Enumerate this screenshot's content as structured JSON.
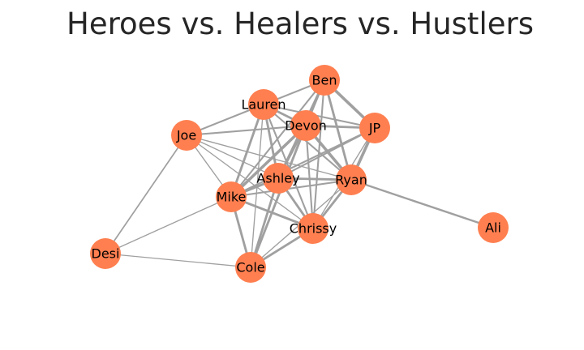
{
  "title": "Heroes vs. Healers vs. Hustlers",
  "colors": {
    "node": "#ff7f50",
    "edge": "#a0a0a0",
    "title": "#262626"
  },
  "graph": {
    "nodes": [
      {
        "id": "Ben"
      },
      {
        "id": "Lauren"
      },
      {
        "id": "Devon"
      },
      {
        "id": "JP"
      },
      {
        "id": "Joe"
      },
      {
        "id": "Ashley"
      },
      {
        "id": "Ryan"
      },
      {
        "id": "Mike"
      },
      {
        "id": "Chrissy"
      },
      {
        "id": "Ali"
      },
      {
        "id": "Desi"
      },
      {
        "id": "Cole"
      }
    ],
    "edges": [
      {
        "s": "Ben",
        "t": "Lauren",
        "w": 2
      },
      {
        "s": "Ben",
        "t": "Devon",
        "w": 3
      },
      {
        "s": "Ben",
        "t": "JP",
        "w": 4
      },
      {
        "s": "Ben",
        "t": "Ashley",
        "w": 2
      },
      {
        "s": "Ben",
        "t": "Ryan",
        "w": 3
      },
      {
        "s": "Ben",
        "t": "Mike",
        "w": 2
      },
      {
        "s": "Ben",
        "t": "Chrissy",
        "w": 2
      },
      {
        "s": "Ben",
        "t": "Cole",
        "w": 1
      },
      {
        "s": "Lauren",
        "t": "Joe",
        "w": 2
      },
      {
        "s": "Lauren",
        "t": "Devon",
        "w": 3
      },
      {
        "s": "Lauren",
        "t": "JP",
        "w": 2
      },
      {
        "s": "Lauren",
        "t": "Ashley",
        "w": 3
      },
      {
        "s": "Lauren",
        "t": "Ryan",
        "w": 2
      },
      {
        "s": "Lauren",
        "t": "Mike",
        "w": 3
      },
      {
        "s": "Lauren",
        "t": "Chrissy",
        "w": 2
      },
      {
        "s": "Lauren",
        "t": "Cole",
        "w": 1
      },
      {
        "s": "Devon",
        "t": "JP",
        "w": 3
      },
      {
        "s": "Devon",
        "t": "Joe",
        "w": 2
      },
      {
        "s": "Devon",
        "t": "Ashley",
        "w": 3
      },
      {
        "s": "Devon",
        "t": "Ryan",
        "w": 4
      },
      {
        "s": "Devon",
        "t": "Mike",
        "w": 4
      },
      {
        "s": "Devon",
        "t": "Chrissy",
        "w": 2
      },
      {
        "s": "Devon",
        "t": "Cole",
        "w": 3
      },
      {
        "s": "JP",
        "t": "Ashley",
        "w": 2
      },
      {
        "s": "JP",
        "t": "Ryan",
        "w": 4
      },
      {
        "s": "JP",
        "t": "Mike",
        "w": 2
      },
      {
        "s": "JP",
        "t": "Chrissy",
        "w": 1
      },
      {
        "s": "Joe",
        "t": "Ashley",
        "w": 1
      },
      {
        "s": "Joe",
        "t": "Ryan",
        "w": 1
      },
      {
        "s": "Joe",
        "t": "Mike",
        "w": 1
      },
      {
        "s": "Joe",
        "t": "Desi",
        "w": 1.5
      },
      {
        "s": "Joe",
        "t": "Chrissy",
        "w": 1
      },
      {
        "s": "Ashley",
        "t": "Ryan",
        "w": 3
      },
      {
        "s": "Ashley",
        "t": "Mike",
        "w": 3
      },
      {
        "s": "Ashley",
        "t": "Chrissy",
        "w": 3
      },
      {
        "s": "Ashley",
        "t": "Cole",
        "w": 3
      },
      {
        "s": "Ryan",
        "t": "Mike",
        "w": 2
      },
      {
        "s": "Ryan",
        "t": "Chrissy",
        "w": 3
      },
      {
        "s": "Ryan",
        "t": "Ali",
        "w": 2.5
      },
      {
        "s": "Ryan",
        "t": "Cole",
        "w": 1
      },
      {
        "s": "Mike",
        "t": "Chrissy",
        "w": 3
      },
      {
        "s": "Mike",
        "t": "Cole",
        "w": 3
      },
      {
        "s": "Mike",
        "t": "Desi",
        "w": 1
      },
      {
        "s": "Chrissy",
        "t": "Cole",
        "w": 3
      },
      {
        "s": "Desi",
        "t": "Cole",
        "w": 1
      }
    ]
  }
}
